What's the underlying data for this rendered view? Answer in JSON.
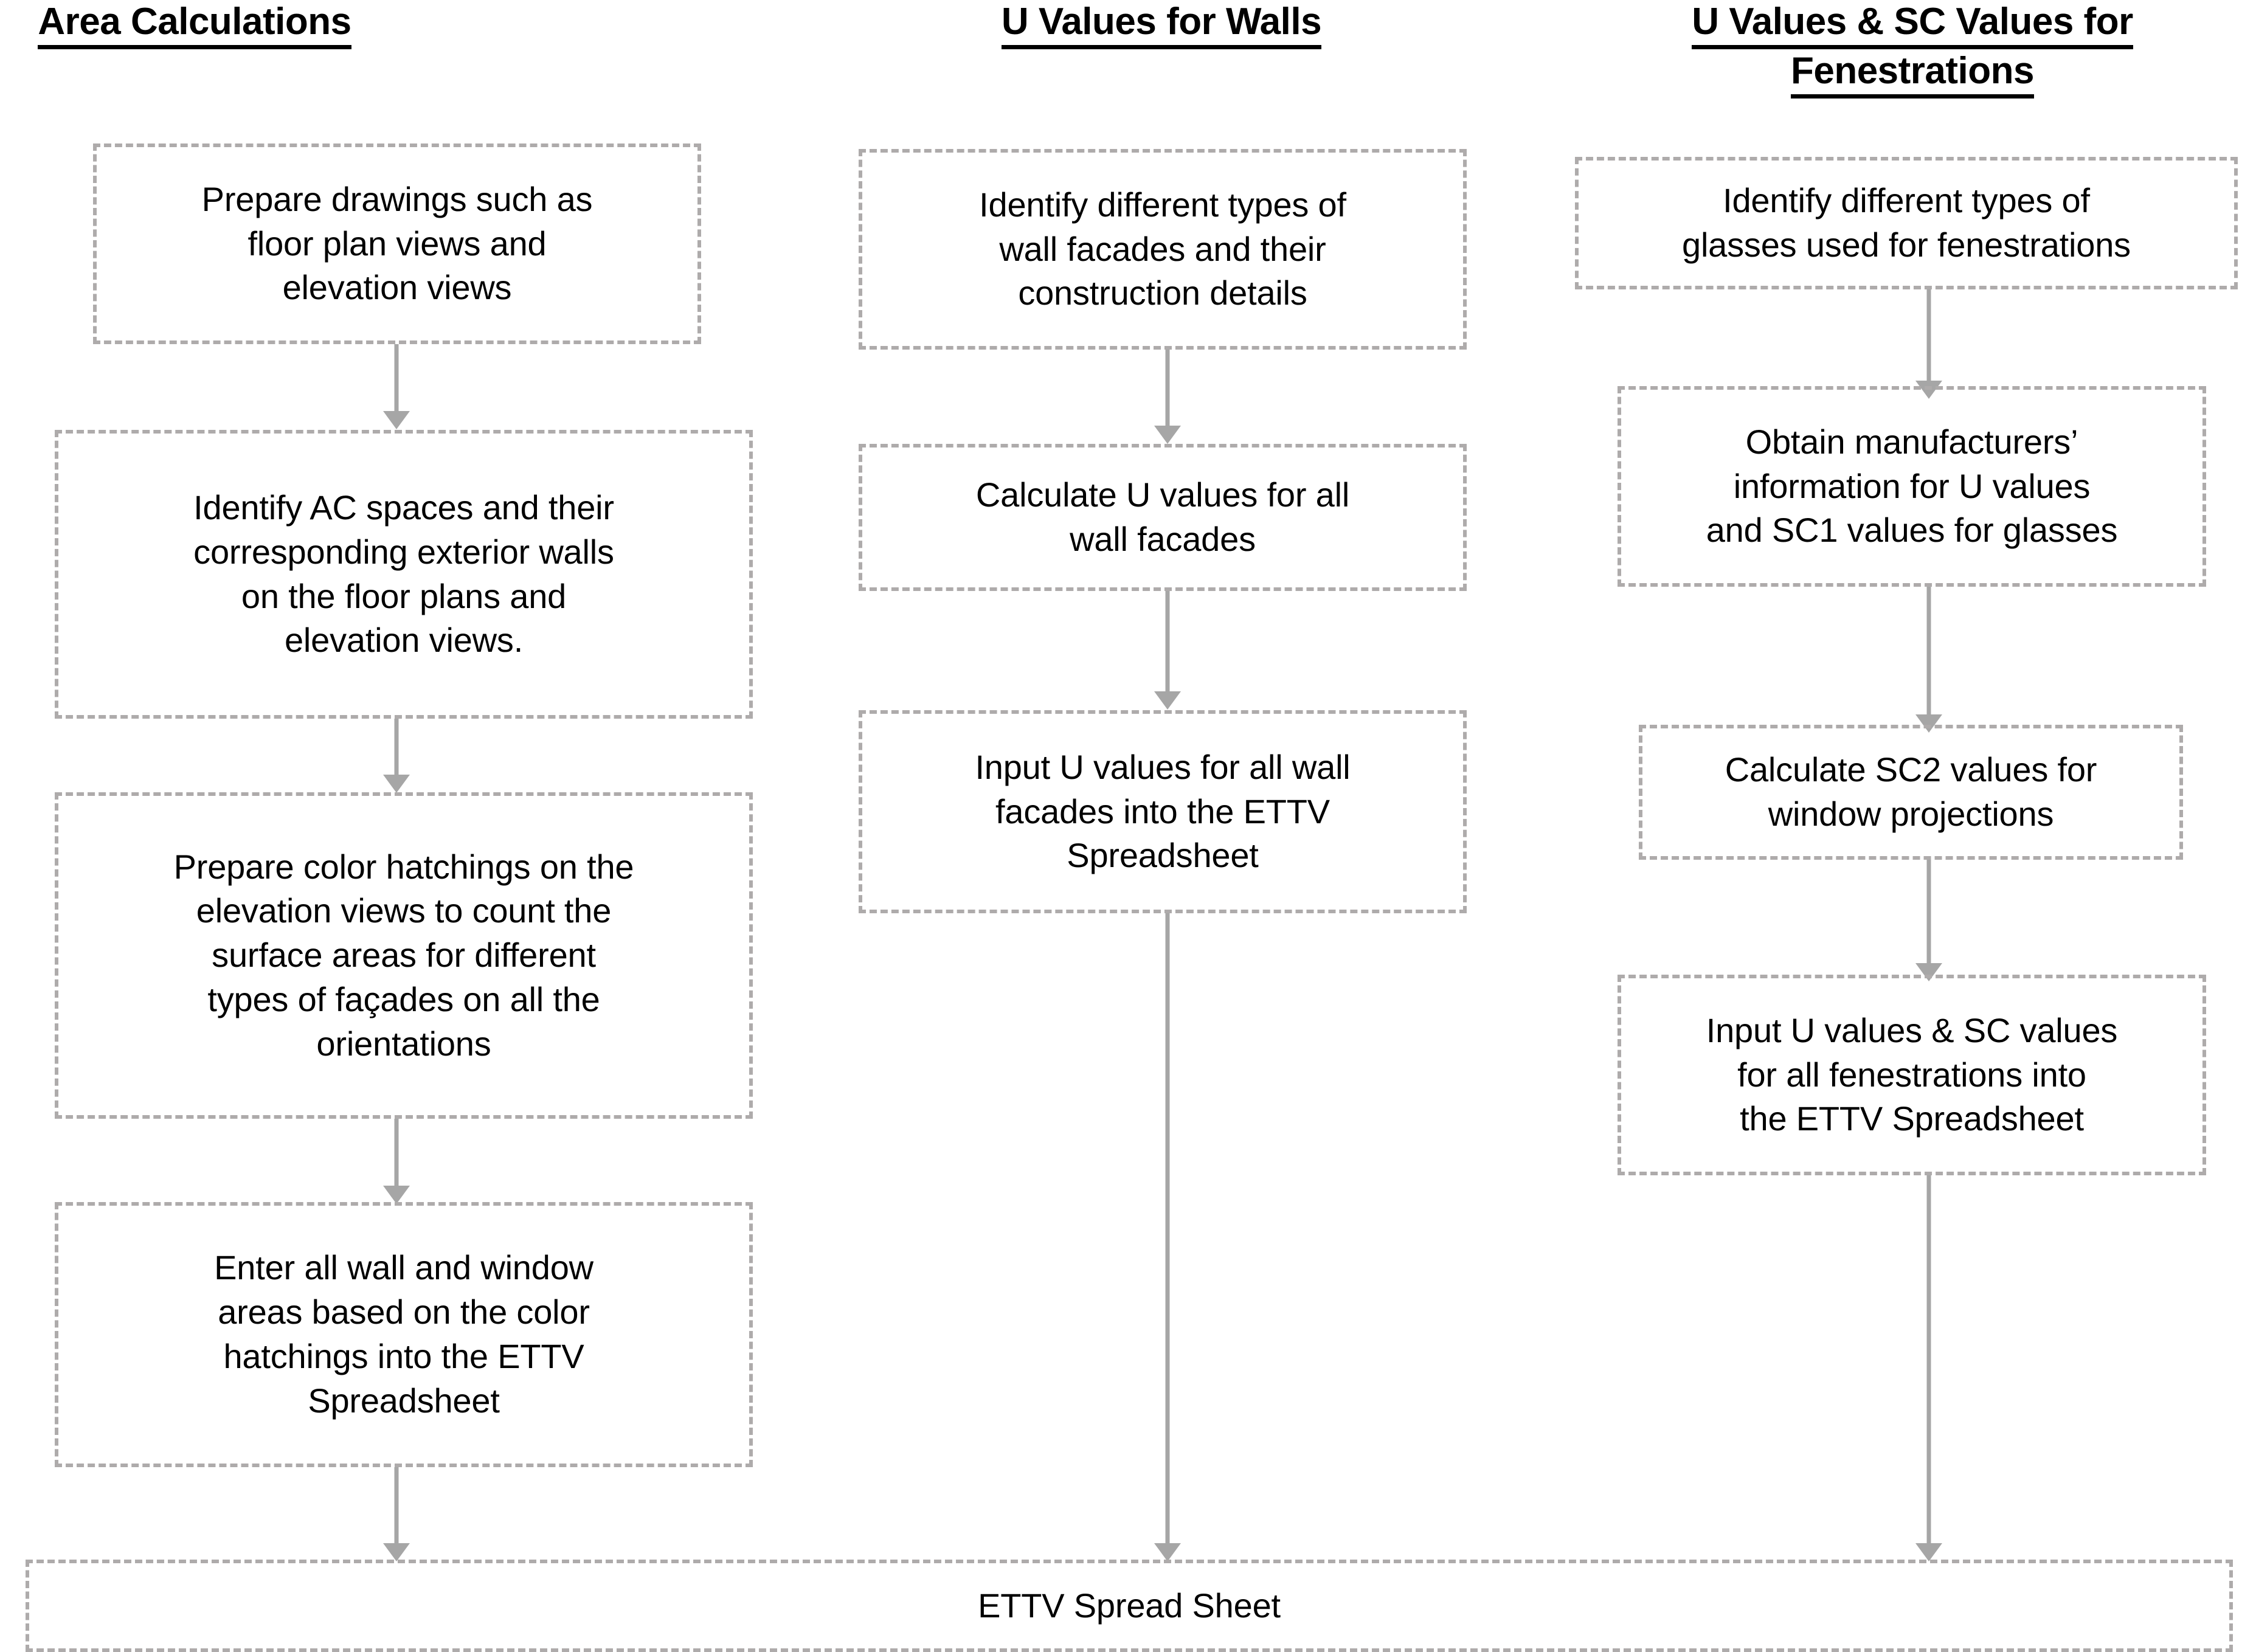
{
  "diagram": {
    "title_columns": [
      {
        "id": "area-calculations",
        "lines": [
          "Area Calculations"
        ]
      },
      {
        "id": "u-values-walls",
        "lines": [
          "U Values for Walls"
        ]
      },
      {
        "id": "u-sc-values-fenestrations",
        "lines": [
          "U Values & SC Values for",
          "Fenestrations"
        ]
      }
    ],
    "columns": [
      {
        "heading": "Area Calculations",
        "steps": [
          "Prepare drawings such as\nfloor plan views and\nelevation views",
          "Identify AC spaces and their\ncorresponding exterior walls\non the floor plans and\nelevation views.",
          "Prepare color hatchings on the\nelevation views to count the\nsurface areas for different\ntypes of façades on all the\norientations",
          "Enter all wall and window\nareas based on the color\nhatchings into the ETTV\nSpreadsheet"
        ]
      },
      {
        "heading": "U Values for Walls",
        "steps": [
          "Identify different types of\nwall facades and their\nconstruction details",
          "Calculate U values for all\nwall facades",
          "Input U values for all wall\nfacades into the ETTV\nSpreadsheet"
        ]
      },
      {
        "heading": "U Values & SC Values for Fenestrations",
        "steps": [
          "Identify different types of\nglasses used for fenestrations",
          "Obtain manufacturers’\ninformation for U values\nand SC1 values for glasses",
          "Calculate SC2 values for\nwindow projections",
          "Input U values & SC values\nfor all fenestrations into\nthe ETTV Spreadsheet"
        ]
      }
    ],
    "footer_node": "ETTV Spread Sheet",
    "colors": {
      "box_border": "#aeabab",
      "arrow": "#a6a6a6",
      "text": "#000000",
      "background": "#ffffff"
    }
  }
}
